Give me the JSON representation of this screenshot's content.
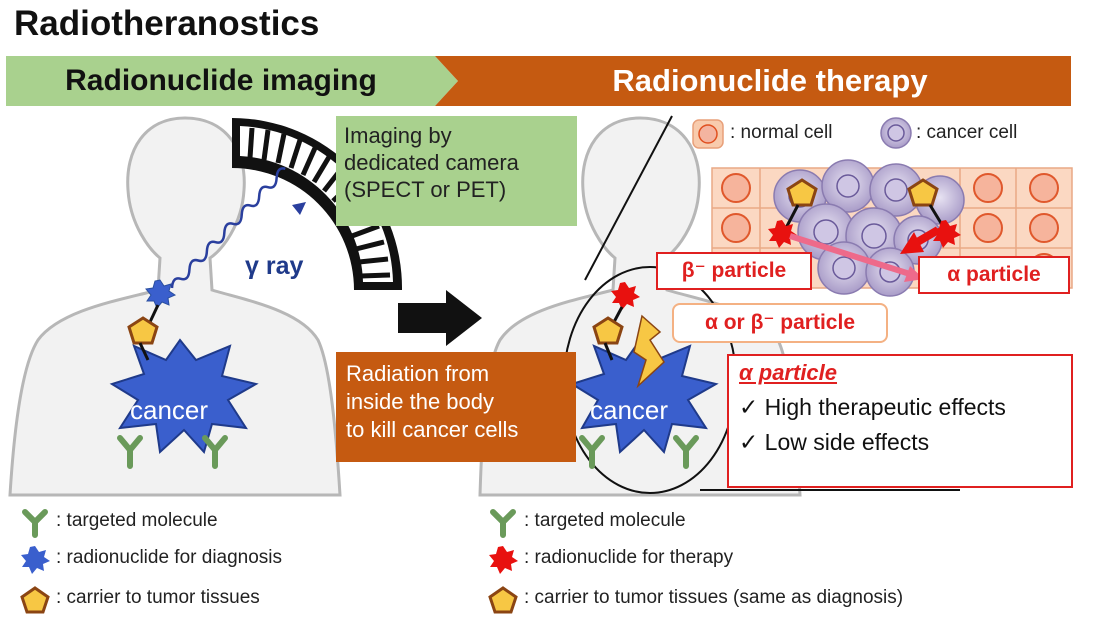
{
  "title": "Radiotheranostics",
  "banner": {
    "left": "Radionuclide imaging",
    "right": "Radionuclide therapy"
  },
  "imaging_box": {
    "line1": "Imaging by",
    "line2": "dedicated camera",
    "line3": "(SPECT or PET)"
  },
  "gamma_label": "γ ray",
  "radiation_box": {
    "line1": "Radiation from",
    "line2": "inside the body",
    "line3": "to kill cancer cells"
  },
  "cancer_left": "cancer",
  "cancer_right": "cancer",
  "cell_legend": {
    "normal": ": normal cell",
    "cancer": ": cancer cell"
  },
  "beta_label": "β⁻ particle",
  "alpha_label": "α particle",
  "alpha_or_beta_label": "α or β⁻ particle",
  "alpha_box": {
    "heading": "α particle",
    "point1": "High therapeutic effects",
    "point2": "Low side effects",
    "check": "✓"
  },
  "legend_left": {
    "targeted": ": targeted molecule",
    "radionuclide": ": radionuclide for diagnosis",
    "carrier": ": carrier to tumor tissues"
  },
  "legend_right": {
    "targeted": ": targeted molecule",
    "radionuclide": ": radionuclide for therapy",
    "carrier": ": carrier to tumor tissues (same as diagnosis)"
  },
  "colors": {
    "imaging_green": "#a9d18e",
    "therapy_orange": "#c55a11",
    "cancer_blue": "#3a5fcd",
    "radionuclide_red": "#e8110f",
    "carrier_yellow": "#f7c744",
    "molecule_green": "#6a9a5a"
  }
}
